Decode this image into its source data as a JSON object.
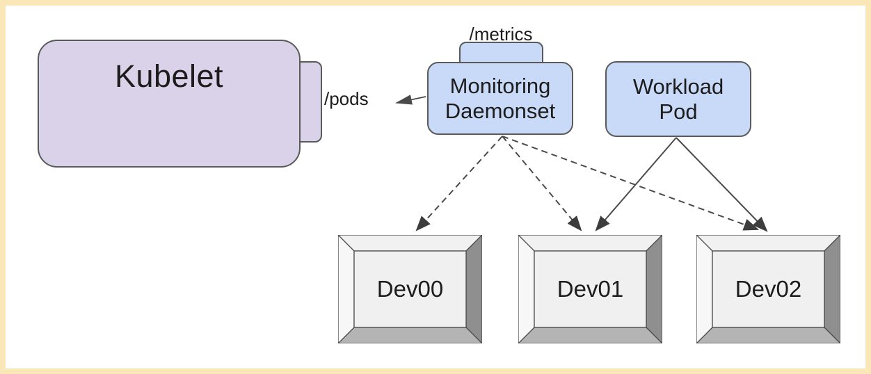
{
  "frame": {
    "border_color": "#f9e7b8",
    "background": "#ffffff"
  },
  "nodes": {
    "kubelet": {
      "label": "Kubelet",
      "fill": "#d9d2e9",
      "endpoint_label": "/pods"
    },
    "monitoring_daemonset": {
      "line1": "Monitoring",
      "line2": "Daemonset",
      "fill": "#c9daf8",
      "endpoint_label": "/metrics"
    },
    "workload_pod": {
      "line1": "Workload",
      "line2": "Pod",
      "fill": "#c9daf8"
    },
    "devices": [
      {
        "label": "Dev00"
      },
      {
        "label": "Dev01"
      },
      {
        "label": "Dev02"
      }
    ]
  },
  "edges": [
    {
      "from": "Monitoring Daemonset",
      "to": "Kubelet /pods endpoint",
      "style": "solid",
      "arrowhead": "thin"
    },
    {
      "from": "Monitoring Daemonset",
      "to": "Dev00",
      "style": "dashed",
      "arrowhead": "filled"
    },
    {
      "from": "Monitoring Daemonset",
      "to": "Dev01",
      "style": "dashed",
      "arrowhead": "filled"
    },
    {
      "from": "Monitoring Daemonset",
      "to": "Dev02",
      "style": "dashed",
      "arrowhead": "filled"
    },
    {
      "from": "Workload Pod",
      "to": "Dev01",
      "style": "solid",
      "arrowhead": "filled"
    },
    {
      "from": "Workload Pod",
      "to": "Dev02",
      "style": "solid",
      "arrowhead": "filled"
    }
  ],
  "colors": {
    "node_stroke": "#5a5a5a",
    "arrow": "#4a4a4a",
    "device_face": "#f0f0f0",
    "device_bevel_top": "#f1f1f1",
    "device_bevel_left": "#f7f7f7",
    "device_bevel_right": "#8f8f8f",
    "device_bevel_bottom": "#b4b4b4",
    "text": "#1c1c1c"
  }
}
